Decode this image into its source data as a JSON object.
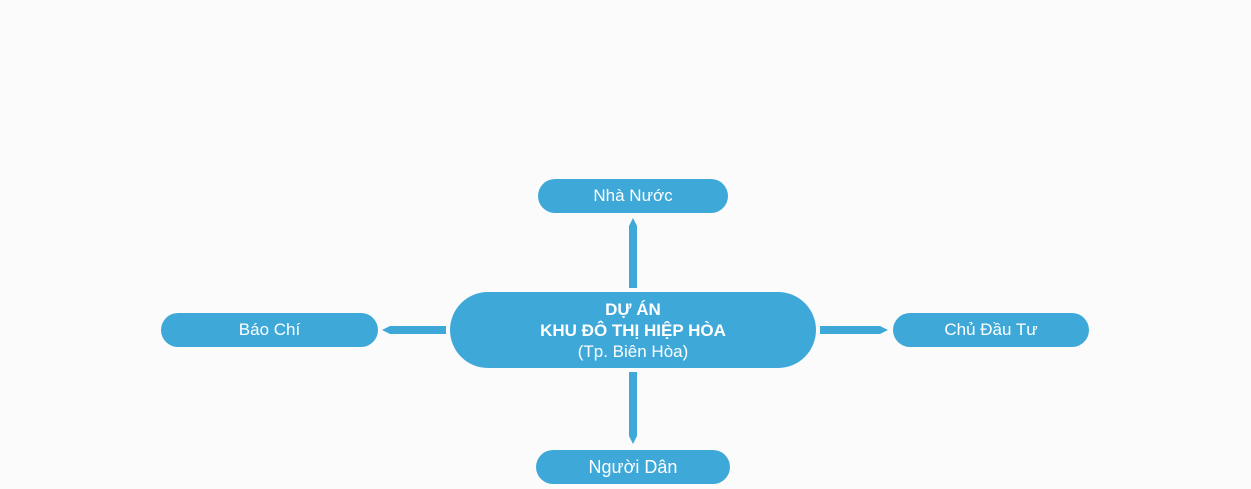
{
  "center": {
    "line1": "DỰ ÁN",
    "line2": "KHU ĐÔ THỊ HIỆP HÒA",
    "line3": "(Tp. Biên Hòa)"
  },
  "nodes": {
    "top": "Nhà Nước",
    "left": "Báo Chí",
    "right": "Chủ Đầu Tư",
    "bottom": "Người Dân"
  },
  "colors": {
    "node_fill": "#3ea8d8",
    "arrow": "#3ea8d8",
    "background": "#fbfbfb",
    "text": "#ffffff"
  }
}
